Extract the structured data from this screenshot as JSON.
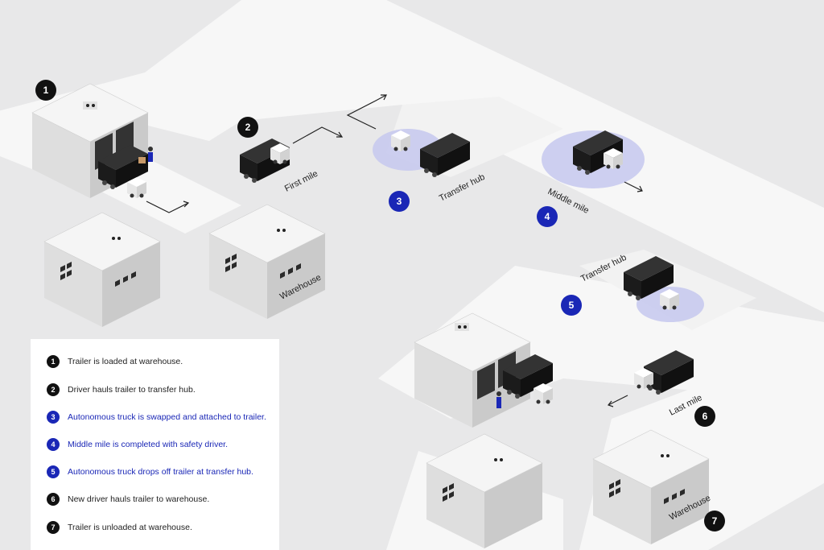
{
  "colors": {
    "background": "#e8e8e9",
    "road": "#f8f8f8",
    "building_top": "#f4f4f4",
    "building_left": "#dcdcdc",
    "building_right": "#c9c9c9",
    "truck": "#1b1b1b",
    "step_dark": "#111111",
    "step_blue": "#1a27b6",
    "halo": "#c5c8ee"
  },
  "map_labels": {
    "first_mile": "First mile",
    "transfer_hub_1": "Transfer hub",
    "middle_mile": "Middle mile",
    "transfer_hub_2": "Transfer hub",
    "last_mile": "Last mile",
    "warehouse_1": "Warehouse",
    "warehouse_2": "Warehouse"
  },
  "badges": [
    "1",
    "2",
    "3",
    "4",
    "5",
    "6",
    "7"
  ],
  "legend": [
    {
      "num": "1",
      "text": "Trailer is loaded at warehouse.",
      "style": "dark"
    },
    {
      "num": "2",
      "text": "Driver hauls trailer to transfer hub.",
      "style": "dark"
    },
    {
      "num": "3",
      "text": "Autonomous truck is swapped and attached to trailer.",
      "style": "blue"
    },
    {
      "num": "4",
      "text": "Middle mile is completed with safety driver.",
      "style": "blue"
    },
    {
      "num": "5",
      "text": "Autonomous truck drops off trailer at transfer hub.",
      "style": "blue"
    },
    {
      "num": "6",
      "text": "New driver hauls trailer to warehouse.",
      "style": "dark"
    },
    {
      "num": "7",
      "text": "Trailer is unloaded at warehouse.",
      "style": "dark"
    }
  ]
}
